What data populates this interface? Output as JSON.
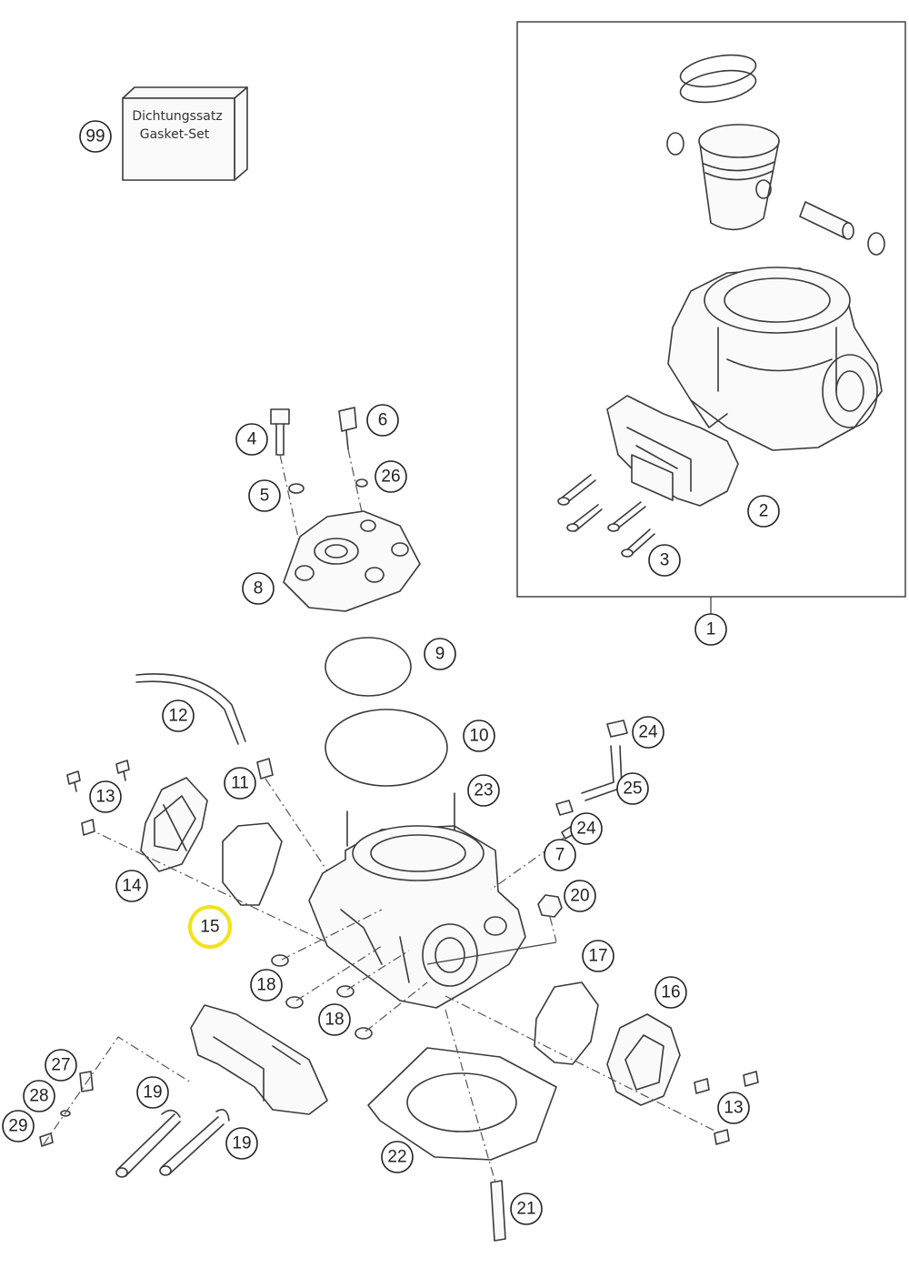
{
  "gasket_box": {
    "line1": "Dichtungssatz",
    "line2": "Gasket-Set"
  },
  "callouts": {
    "c99": "99",
    "c1": "1",
    "c2": "2",
    "c3": "3",
    "c4": "4",
    "c5": "5",
    "c6": "6",
    "c26": "26",
    "c8": "8",
    "c9": "9",
    "c10": "10",
    "c12": "12",
    "c11": "11",
    "c13a": "13",
    "c13b": "13",
    "c14": "14",
    "c15": "15",
    "c23": "23",
    "c24a": "24",
    "c24b": "24",
    "c25": "25",
    "c7": "7",
    "c20": "20",
    "c17": "17",
    "c16": "16",
    "c18a": "18",
    "c18b": "18",
    "c27": "27",
    "c28": "28",
    "c29": "29",
    "c19a": "19",
    "c19b": "19",
    "c22": "22",
    "c21": "21"
  },
  "colors": {
    "highlight": "#f2e21a",
    "line": "#3a3a3a"
  }
}
